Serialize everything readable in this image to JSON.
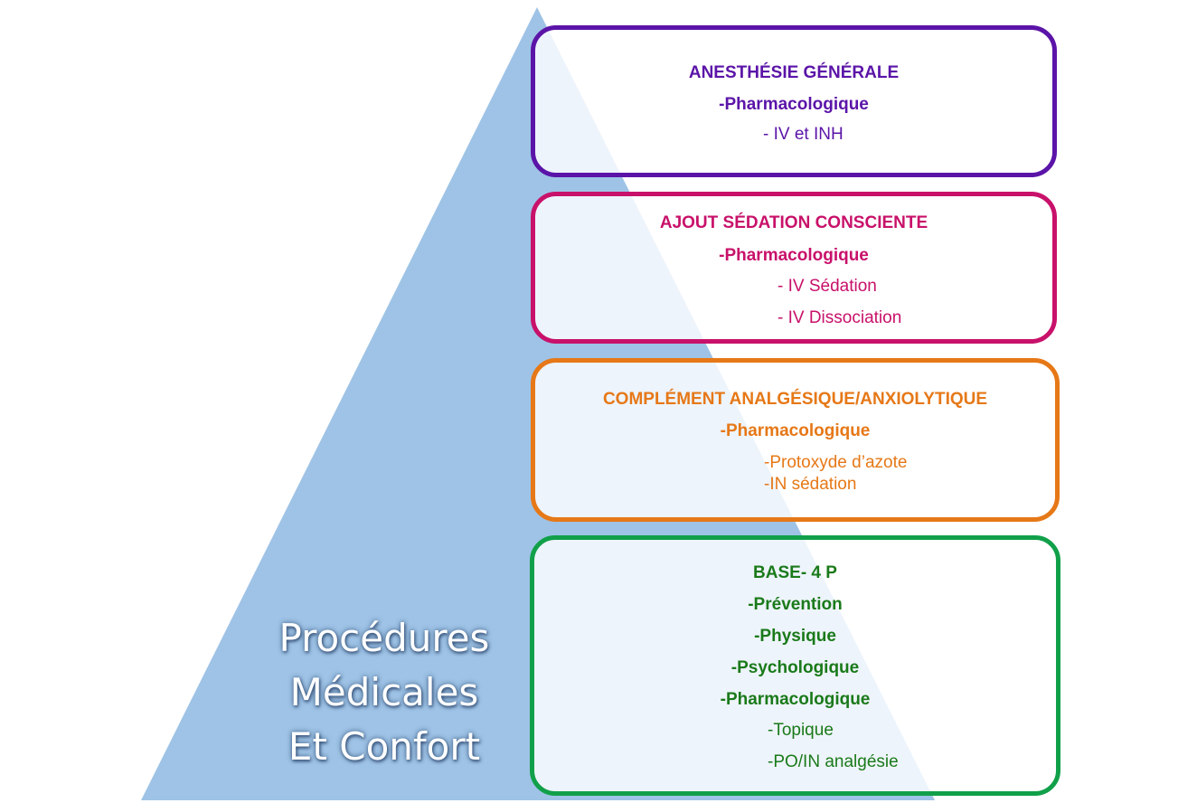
{
  "colors": {
    "pyramid": "#9ec3e6",
    "anesthesie": "#5b14a8",
    "sedation": "#c8116a",
    "complement": "#e67817",
    "base": "#11a04a",
    "base_text": "#1a7a1a"
  },
  "pyramid": {
    "title_lines": [
      "Procédures",
      "Médicales",
      "Et Confort"
    ]
  },
  "levels": {
    "anesthesie": {
      "title": "ANESTHÉSIE GÉNÉRALE",
      "sub": "-Pharmacologique",
      "items": [
        "- IV et INH"
      ]
    },
    "sedation": {
      "title": "AJOUT SÉDATION CONSCIENTE",
      "sub": "-Pharmacologique",
      "items": [
        "- IV Sédation",
        "- IV Dissociation"
      ]
    },
    "complement": {
      "title": "COMPLÉMENT ANALGÉSIQUE/ANXIOLYTIQUE",
      "sub": "-Pharmacologique",
      "items": [
        "-Protoxyde d’azote",
        "-IN sédation"
      ]
    },
    "base": {
      "title": "BASE- 4 P",
      "bold_items": [
        "-Prévention",
        "-Physique",
        "-Psychologique",
        "-Pharmacologique"
      ],
      "items": [
        "-Topique",
        "-PO/IN analgésie"
      ]
    }
  }
}
